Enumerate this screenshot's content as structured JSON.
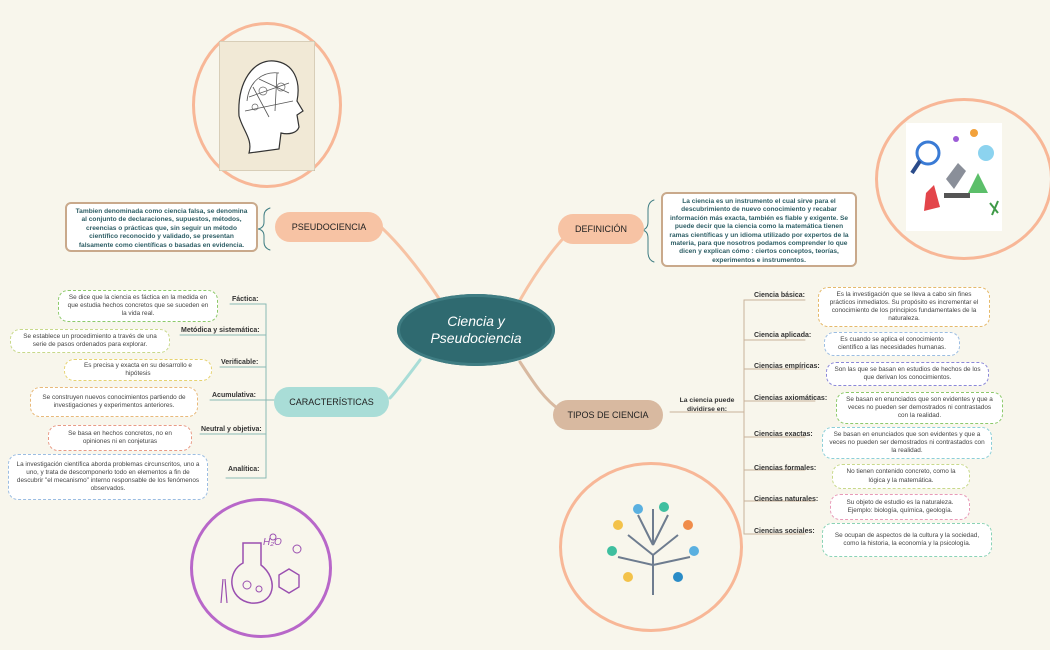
{
  "central": {
    "line1": "Ciencia y",
    "line2": "Pseudociencia"
  },
  "topics": {
    "pseudociencia": "PSEUDOCIENCIA",
    "definicion": "DEFINICIÓN",
    "caracteristicas": "CARACTERÍSTICAS",
    "tipos": "TIPOS DE CIENCIA"
  },
  "pseudo_text": "Tambien denominada como ciencia falsa, se denomina al conjunto de declaraciones, supuestos, métodos, creencias o prácticas que, sin seguir un método científico reconocido y validado, se presentan falsamente como científicas o basadas en evidencia.",
  "definicion_text": "La ciencia es un instrumento el cual sirve para el descubrimiento de nuevo conocimiento y recabar información más exacta, también es fiable y exigente. Se puede decir que la ciencia como la matemática tienen ramas científicas y un idioma utilizado por expertos de la materia, para que nosotros podamos comprender lo que dicen y explican cómo : ciertos conceptos, teorías, experimentos e instrumentos.",
  "tipos_intro": "La ciencia puede dividirse en:",
  "caracteristicas": [
    {
      "tag": "Fáctica:",
      "text": "Se dice que la ciencia es fáctica en la medida en que estudia hechos concretos que se suceden en la vida real."
    },
    {
      "tag": "Metódica y sistemática:",
      "text": "Se establece un procedimiento a través de una serie de pasos ordenados para explorar."
    },
    {
      "tag": "Verificable:",
      "text": "Es precisa y exacta en su desarrollo e hipótesis"
    },
    {
      "tag": "Acumulativa:",
      "text": "Se construyen nuevos conocimientos partiendo de investigaciones y experimentos anteriores."
    },
    {
      "tag": "Neutral y objetiva:",
      "text": "Se basa en hechos concretos, no en opiniones ni en conjeturas"
    },
    {
      "tag": "Analítica:",
      "text": "La investigación científica aborda problemas circunscritos, uno a uno, y trata de descomponerlo todo en elementos a fin de descubrir \"el mecanismo\" interno responsable de los fenómenos observados."
    }
  ],
  "tipos": [
    {
      "tag": "Ciencia básica:",
      "text": "Es la investigación que se lleva a cabo sin fines prácticos inmediatos. Su propósito es incrementar el conocimiento de los principios fundamentales de la naturaleza."
    },
    {
      "tag": "Ciencia aplicada:",
      "text": "Es cuando se aplica el conocimiento científico a las necesidades humanas."
    },
    {
      "tag": "Ciencias empíricas:",
      "text": "Son las que se basan en estudios de hechos de los que derivan los conocimientos."
    },
    {
      "tag": "Ciencias axiomáticas:",
      "text": "Se basan en enunciados que son evidentes y que a veces no pueden ser demostrados ni contrastados con la realidad."
    },
    {
      "tag": "Ciencias exactas:",
      "text": "Se basan en enunciados que son evidentes y que a veces no pueden ser demostrados ni contrastados con la realidad."
    },
    {
      "tag": "Ciencias formales:",
      "text": "No tienen contenido concreto, como la lógica y la matemática."
    },
    {
      "tag": "Ciencias naturales:",
      "text": "Su objeto de estudio es la naturaleza. Ejemplo: biología, química, geología."
    },
    {
      "tag": "Ciencias sociales:",
      "text": "Se ocupan de aspectos de la cultura y la sociedad, como la historia, la economía y la psicología."
    }
  ],
  "chem_label": "H₂O",
  "colors": {
    "central": "#2f6a70",
    "pseudo_topic": "#f7c3a4",
    "definicion_topic": "#f7c3a4",
    "caracteristicas_topic": "#a9ddd7",
    "tipos_topic": "#d8b9a0",
    "box_border": "#c9a98b",
    "ring_orange": "#f8b797",
    "ring_purple": "#b867c9"
  }
}
